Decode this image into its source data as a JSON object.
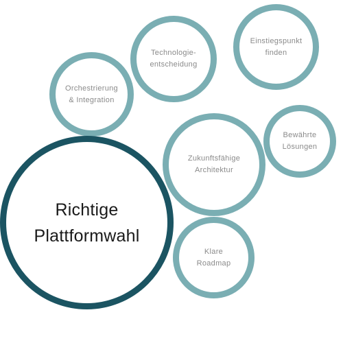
{
  "colors": {
    "primary_ring": "#1b5462",
    "secondary_ring": "#7aaeb3",
    "primary_text": "#1a1a1a",
    "secondary_text": "#8a8a8a"
  },
  "bubbles": {
    "main": "Richtige\nPlattformwahl",
    "technologie": "Technologie-\nentscheidung",
    "einstieg": "Einstiegspunkt\nfinden",
    "orchestrierung": "Orchestrierung\n& Integration",
    "architektur": "Zukunftsfähige\nArchitektur",
    "loesungen": "Bewährte\nLösungen",
    "roadmap": "Klare\nRoadmap"
  }
}
